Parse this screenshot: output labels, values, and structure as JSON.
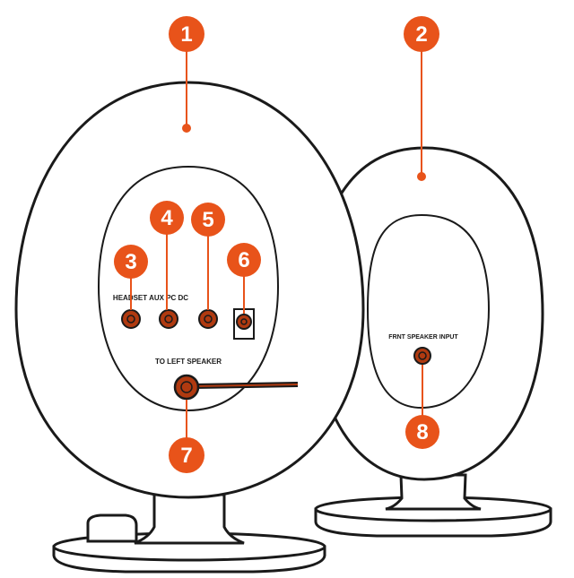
{
  "colors": {
    "accent": "#e8531a",
    "outline": "#1a1a1a",
    "port_fill": "#b03a10"
  },
  "callouts": [
    "1",
    "2",
    "3",
    "4",
    "5",
    "6",
    "7",
    "8"
  ],
  "labels": {
    "left_panel": "HEADSET AUX PC DC",
    "to_left_speaker": "TO LEFT SPEAKER",
    "front_speaker_input": "FRNT SPEAKER INPUT"
  }
}
